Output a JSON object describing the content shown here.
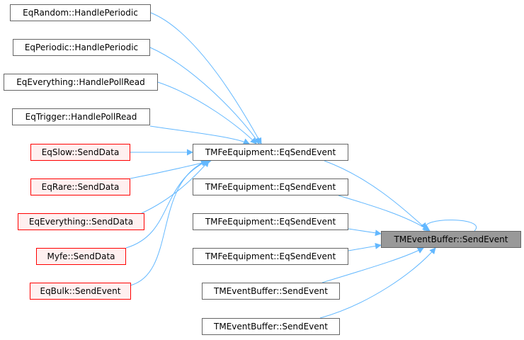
{
  "graph": {
    "edge_color": "#63b8ff",
    "nodes": {
      "n1": {
        "label": "EqRandom::HandlePeriodic",
        "style": "normal"
      },
      "n2": {
        "label": "EqPeriodic::HandlePeriodic",
        "style": "normal"
      },
      "n3": {
        "label": "EqEverything::HandlePollRead",
        "style": "normal"
      },
      "n4": {
        "label": "EqTrigger::HandlePollRead",
        "style": "normal"
      },
      "n5": {
        "label": "EqSlow::SendData",
        "style": "incomplete"
      },
      "n6": {
        "label": "EqRare::SendData",
        "style": "incomplete"
      },
      "n7": {
        "label": "EqEverything::SendData",
        "style": "incomplete"
      },
      "n8": {
        "label": "Myfe::SendData",
        "style": "incomplete"
      },
      "n9": {
        "label": "EqBulk::SendEvent",
        "style": "incomplete"
      },
      "m1": {
        "label": "TMFeEquipment::EqSendEvent",
        "style": "normal"
      },
      "m2": {
        "label": "TMFeEquipment::EqSendEvent",
        "style": "normal"
      },
      "m3": {
        "label": "TMFeEquipment::EqSendEvent",
        "style": "normal"
      },
      "m4": {
        "label": "TMFeEquipment::EqSendEvent",
        "style": "normal"
      },
      "m5": {
        "label": "TMEventBuffer::SendEvent",
        "style": "normal"
      },
      "m6": {
        "label": "TMEventBuffer::SendEvent",
        "style": "normal"
      },
      "target": {
        "label": "TMEventBuffer::SendEvent",
        "style": "focus"
      }
    },
    "edges": [
      [
        "n1",
        "m1"
      ],
      [
        "n2",
        "m1"
      ],
      [
        "n3",
        "m1"
      ],
      [
        "n4",
        "m1"
      ],
      [
        "n5",
        "m1"
      ],
      [
        "n6",
        "m1"
      ],
      [
        "n7",
        "m1"
      ],
      [
        "n8",
        "m1"
      ],
      [
        "n9",
        "m1"
      ],
      [
        "m1",
        "target"
      ],
      [
        "m2",
        "target"
      ],
      [
        "m3",
        "target"
      ],
      [
        "m4",
        "target"
      ],
      [
        "m5",
        "target"
      ],
      [
        "m6",
        "target"
      ],
      [
        "target",
        "target"
      ]
    ]
  }
}
